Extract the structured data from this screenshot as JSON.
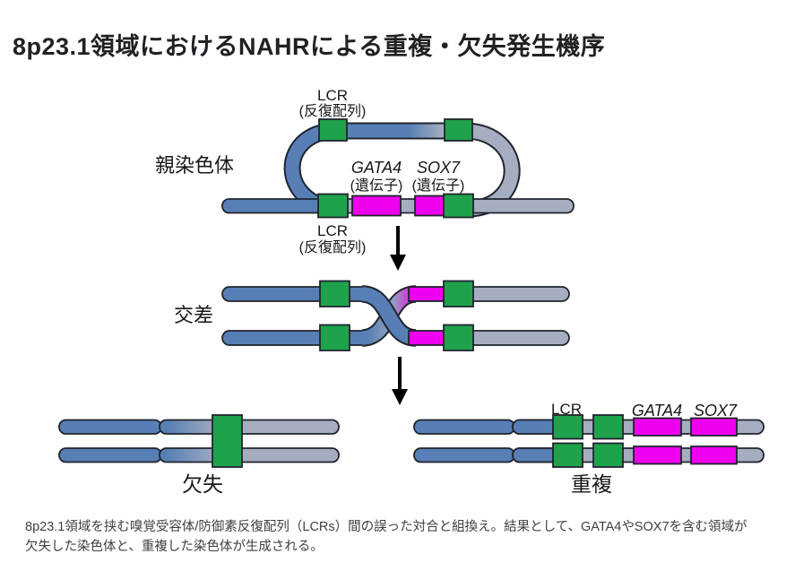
{
  "title": "8p23.1領域におけるNAHRによる重複・欠失発生機序",
  "colors": {
    "chromosome_blue": "#577fb5",
    "chromosome_gray": "#a5aec0",
    "lcr_green": "#1fa24c",
    "gene_magenta": "#ee00ee",
    "outline": "#20242e"
  },
  "parent": {
    "label": "親染色体",
    "lcr_top_line1": "LCR",
    "lcr_top_line2": "(反復配列)",
    "lcr_bottom_line1": "LCR",
    "lcr_bottom_line2": "(反復配列)",
    "gata4_name": "GATA4",
    "gata4_sub": "(遺伝子)",
    "sox7_name": "SOX7",
    "sox7_sub": "(遺伝子)"
  },
  "crossover": {
    "label": "交差"
  },
  "deletion": {
    "label": "欠失"
  },
  "duplication": {
    "label": "重複",
    "lcr": "LCR",
    "gata4": "GATA4",
    "sox7": "SOX7"
  },
  "caption": {
    "line1": "8p23.1領域を挟む嗅覚受容体/防御素反復配列（LCRs）間の誤った対合と組換え。結果として、GATA4やSOX7を含む領域が",
    "line2": "欠失した染色体と、重複した染色体が生成される。"
  }
}
